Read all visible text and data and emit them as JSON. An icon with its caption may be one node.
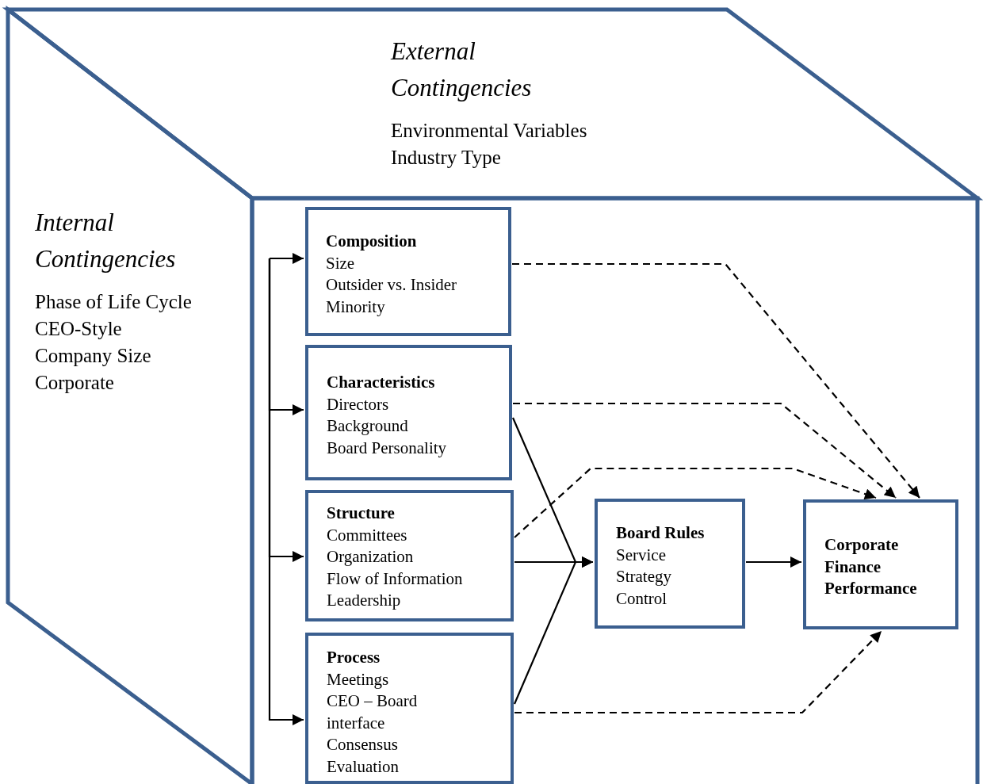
{
  "diagram": {
    "nodes": [
      {
        "text": [
          "External Contingencies",
          "Environmental Variables",
          "Industry Type"
        ]
      },
      {
        "text": [
          "Internal Contingencies",
          "Phase of Life Cycle",
          "CEO-Style",
          "Company Size",
          "Corporate"
        ]
      },
      {
        "text": [
          "Composition",
          "Size",
          "Outsider vs. Insider",
          "Minority"
        ]
      },
      {
        "text": [
          "Characteristics",
          "Directors",
          "Background",
          "Board Personality"
        ]
      },
      {
        "text": [
          "Structure",
          "Committees",
          "Organization",
          "Flow of Information",
          "Leadership"
        ]
      },
      {
        "text": [
          "Process",
          "Meetings",
          "CEO – Board interface",
          "Consensus",
          "Evaluation"
        ]
      },
      {
        "text": [
          "Board Rules",
          "Service",
          "Strategy",
          "Control"
        ]
      },
      {
        "text": [
          "Corporate Finance Performance"
        ]
      }
    ],
    "edges": [
      {
        "from": null,
        "to": 2,
        "arrow": "to"
      },
      {
        "from": null,
        "to": 3,
        "arrow": "to"
      },
      {
        "from": null,
        "to": 4,
        "arrow": "to"
      },
      {
        "from": null,
        "to": 5,
        "arrow": "to"
      },
      {
        "from": 3,
        "to": 6,
        "arrow": "to"
      },
      {
        "from": 4,
        "to": 6,
        "arrow": "to"
      },
      {
        "from": 5,
        "to": 6,
        "arrow": "to"
      },
      {
        "from": 2,
        "to": 7,
        "arrow": "to",
        "style": "dashed"
      },
      {
        "from": 3,
        "to": 7,
        "arrow": "to",
        "style": "dashed"
      },
      {
        "from": 4,
        "to": 7,
        "arrow": "to",
        "style": "dashed"
      },
      {
        "from": 5,
        "to": 7,
        "arrow": "to",
        "style": "dashed"
      },
      {
        "from": 6,
        "to": 7,
        "arrow": "to"
      }
    ]
  }
}
